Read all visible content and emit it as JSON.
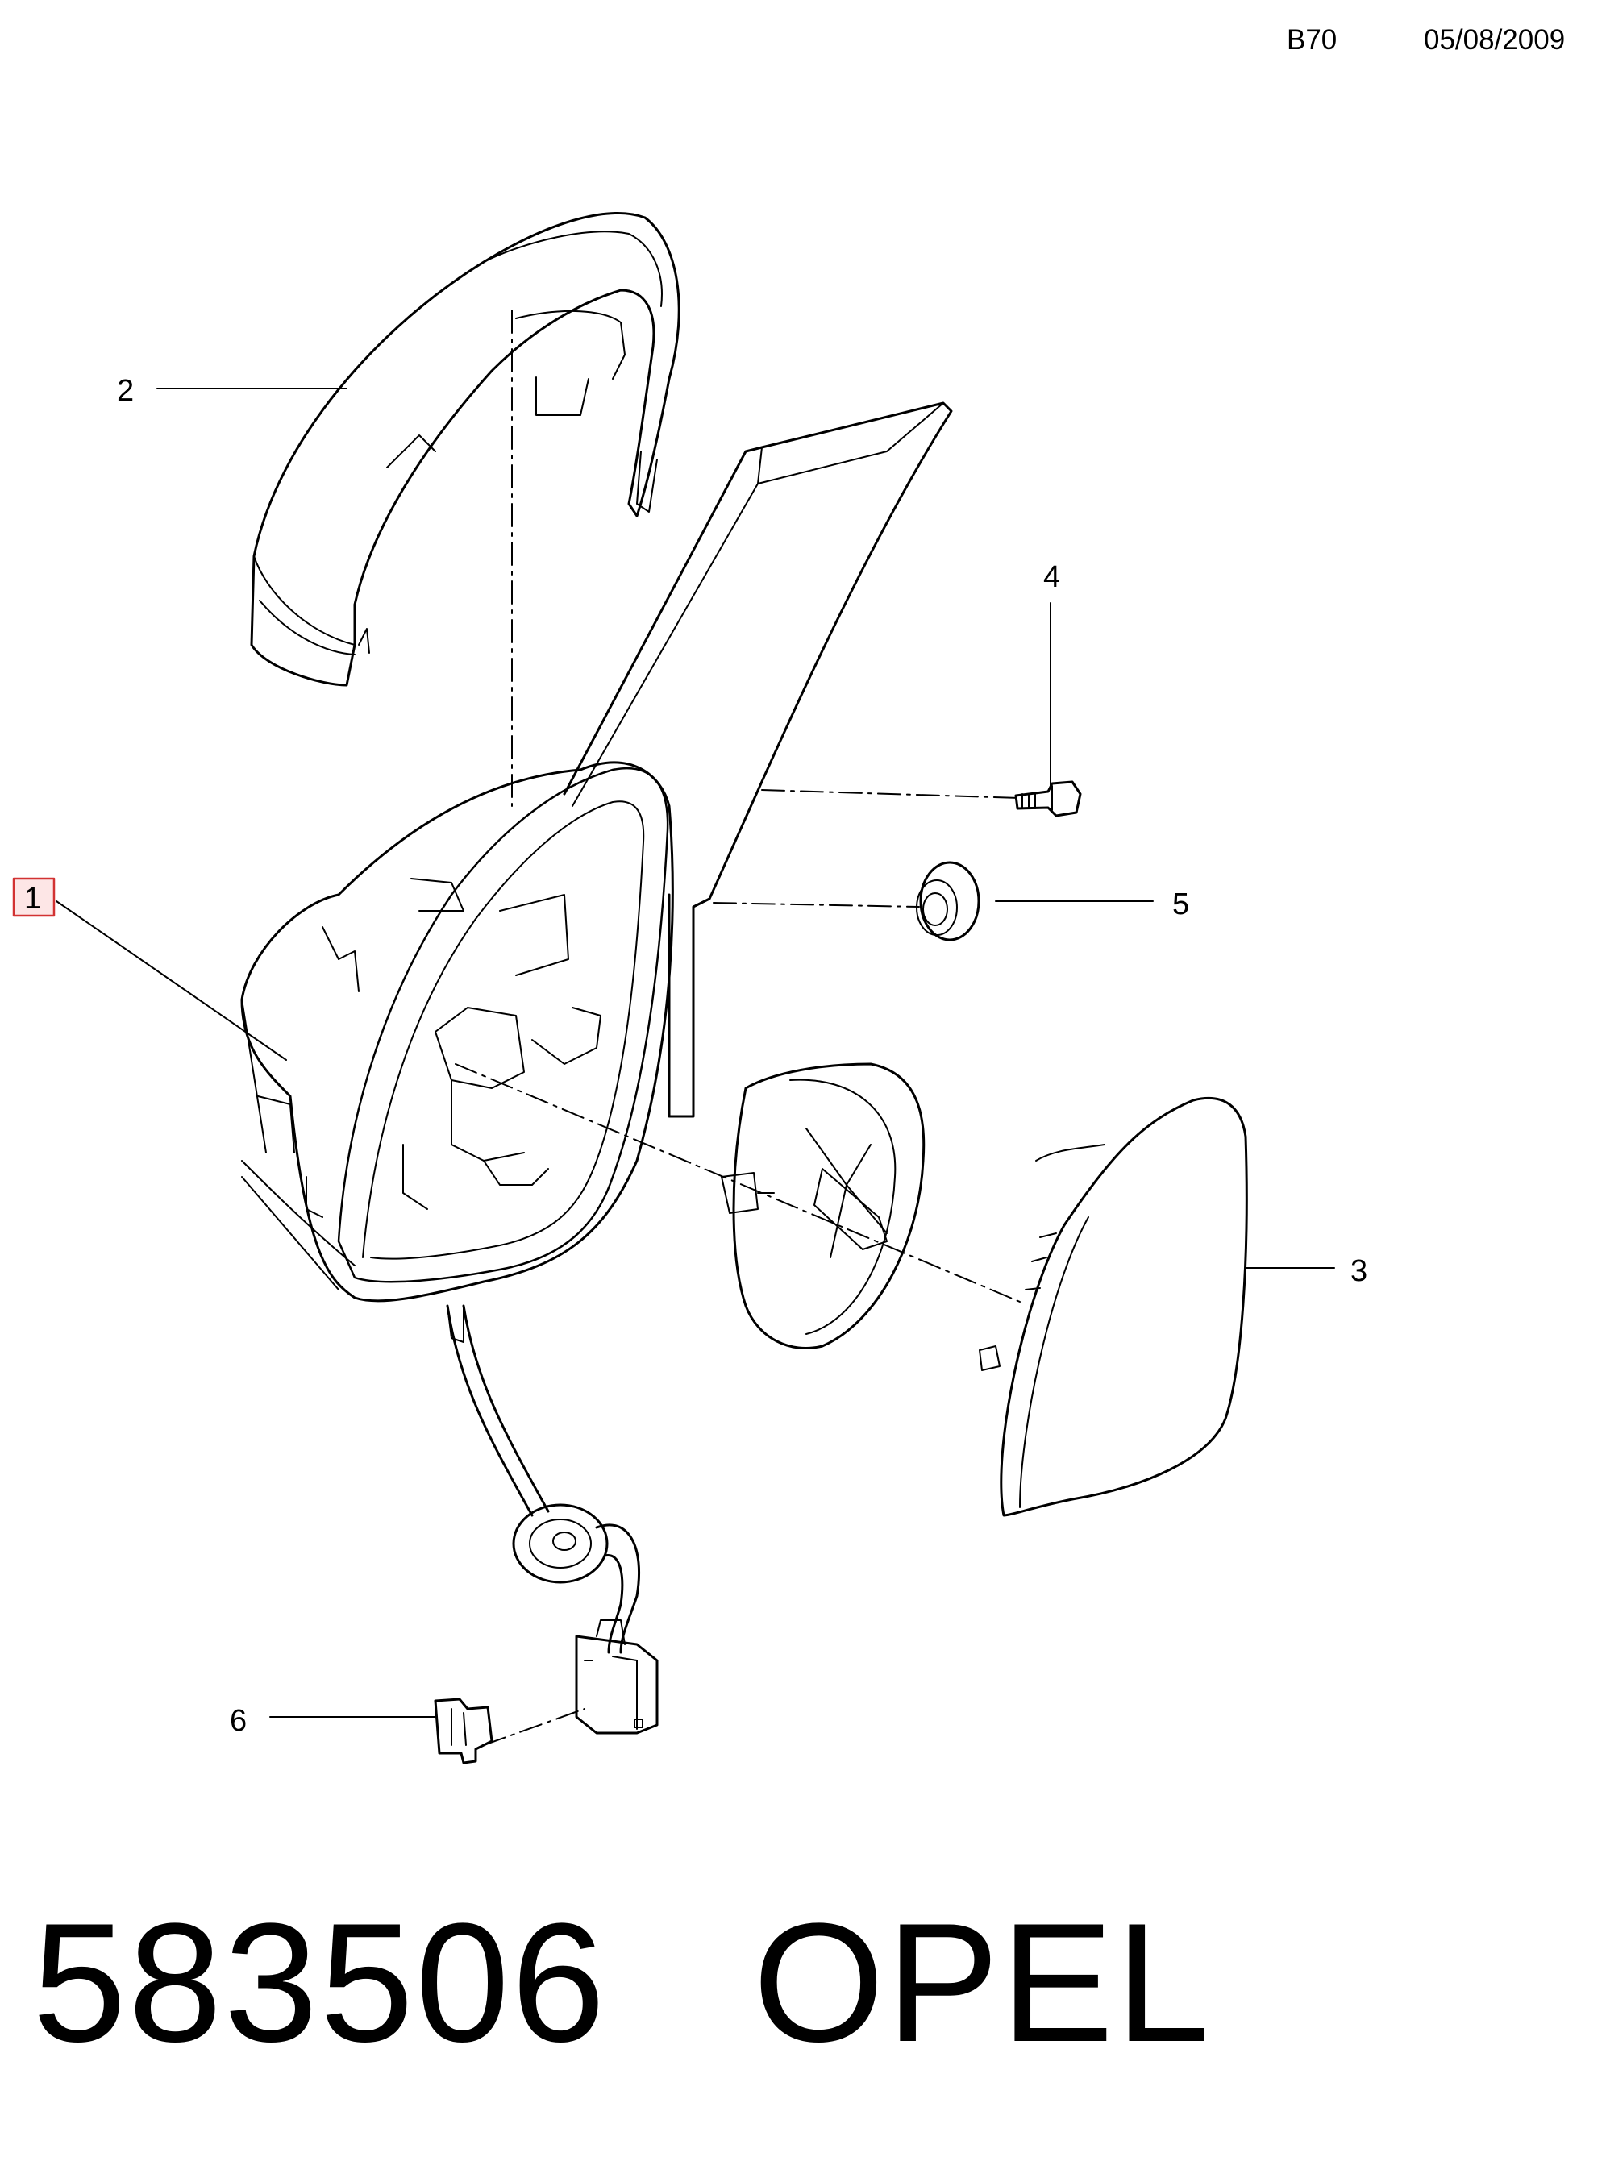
{
  "header": {
    "code": "B70",
    "date": "05/08/2009"
  },
  "callouts": [
    "1",
    "2",
    "3",
    "4",
    "5",
    "6"
  ],
  "highlighted_callout": "1",
  "colors": {
    "highlight_border": "#d23232",
    "highlight_fill": "#fde6e6",
    "ink": "#000000"
  },
  "footer": {
    "title": "583506   OPEL"
  }
}
